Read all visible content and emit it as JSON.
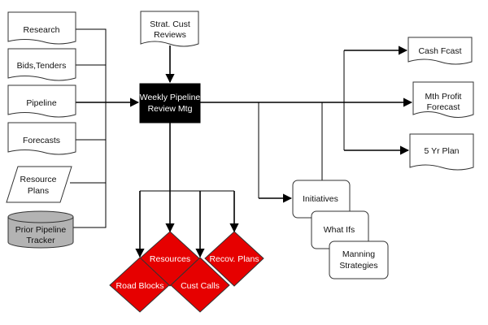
{
  "diagram": {
    "inputs": {
      "research": "Research",
      "bids_tenders": "Bids,Tenders",
      "pipeline": "Pipeline",
      "forecasts": "Forecasts",
      "resource_plans_line1": "Resource",
      "resource_plans_line2": "Plans",
      "prior_tracker_line1": "Prior Pipeline",
      "prior_tracker_line2": "Tracker"
    },
    "strat_cust_reviews_line1": "Strat. Cust",
    "strat_cust_reviews_line2": "Reviews",
    "central": {
      "line1": "Weekly Pipeline",
      "line2": "Review Mtg"
    },
    "outputs": {
      "cash_fcast": "Cash Fcast",
      "mth_profit_line1": "Mth Profit",
      "mth_profit_line2": "Forecast",
      "five_yr_plan": "5 Yr Plan"
    },
    "actions": {
      "resources": "Resources",
      "recov_plans": "Recov. Plans",
      "road_blocks": "Road Blocks",
      "cust_calls": "Cust Calls"
    },
    "cards": {
      "initiatives": "Initiatives",
      "what_ifs": "What Ifs",
      "manning_line1": "Manning",
      "manning_line2": "Strategies"
    },
    "colors": {
      "central_fill": "#000000",
      "diamond_fill": "#e60000",
      "cylinder_fill": "#b3b3b3",
      "connector": "#000000"
    }
  }
}
